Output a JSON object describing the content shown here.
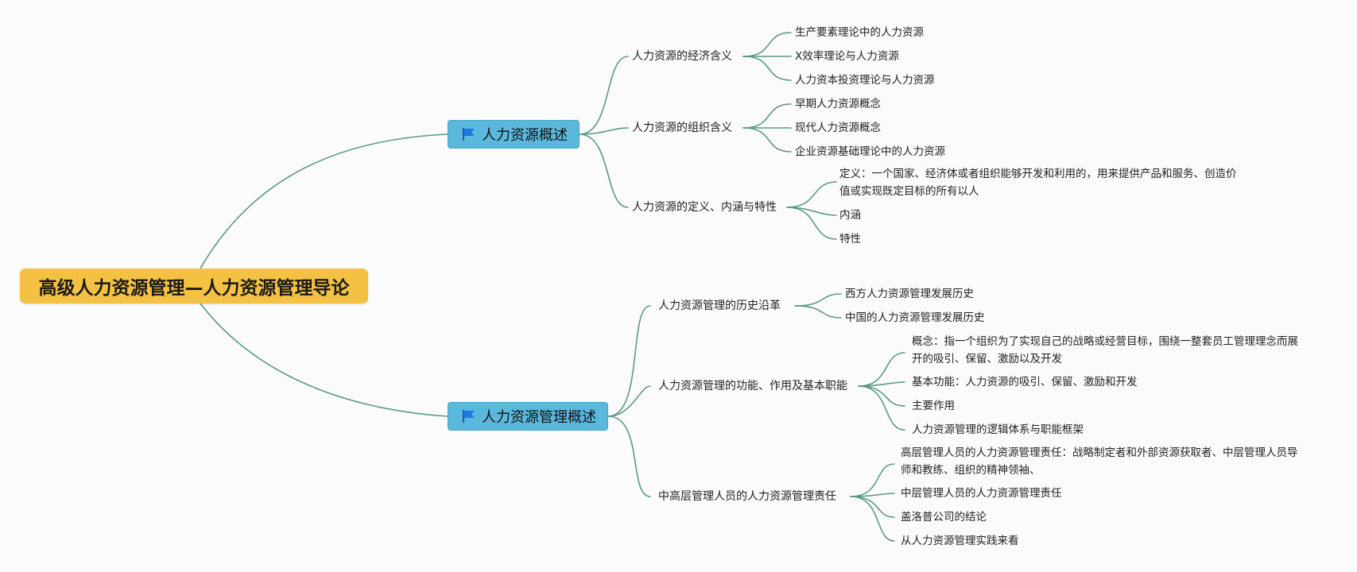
{
  "root": "高级人力资源管理—人力资源管理导论",
  "branches": [
    {
      "label": "人力资源概述",
      "children": [
        {
          "label": "人力资源的经济含义",
          "children": [
            "生产要素理论中的人力资源",
            "X效率理论与人力资源",
            "人力资本投资理论与人力资源"
          ]
        },
        {
          "label": "人力资源的组织含义",
          "children": [
            "早期人力资源概念",
            "现代人力资源概念",
            "企业资源基础理论中的人力资源"
          ]
        },
        {
          "label": "人力资源的定义、内涵与特性",
          "children": [
            "定义：一个国家、经济体或者组织能够开发和利用的，用来提供产品和服务、创造价值或实现既定目标的所有以人",
            "内涵",
            "特性"
          ]
        }
      ]
    },
    {
      "label": "人力资源管理概述",
      "children": [
        {
          "label": "人力资源管理的历史沿革",
          "children": [
            "西方人力资源管理发展历史",
            "中国的人力资源管理发展历史"
          ]
        },
        {
          "label": "人力资源管理的功能、作用及基本职能",
          "children": [
            "概念：指一个组织为了实现自己的战略或经营目标，围绕一整套员工管理理念而展开的吸引、保留、激励以及开发",
            "基本功能：人力资源的吸引、保留、激励和开发",
            "主要作用",
            "人力资源管理的逻辑体系与职能框架"
          ]
        },
        {
          "label": "中高层管理人员的人力资源管理责任",
          "children": [
            "高层管理人员的人力资源管理责任：战略制定者和外部资源获取者、中层管理人员导师和教练、组织的精神领袖、",
            "中层管理人员的人力资源管理责任",
            "盖洛普公司的结论",
            "从人力资源管理实践来看"
          ]
        }
      ]
    }
  ],
  "colors": {
    "root_fill": "#f4c143",
    "branch_fill": "#5bb8dd",
    "link": "#5a9a85"
  },
  "icons": {
    "branch": "flag-icon"
  }
}
